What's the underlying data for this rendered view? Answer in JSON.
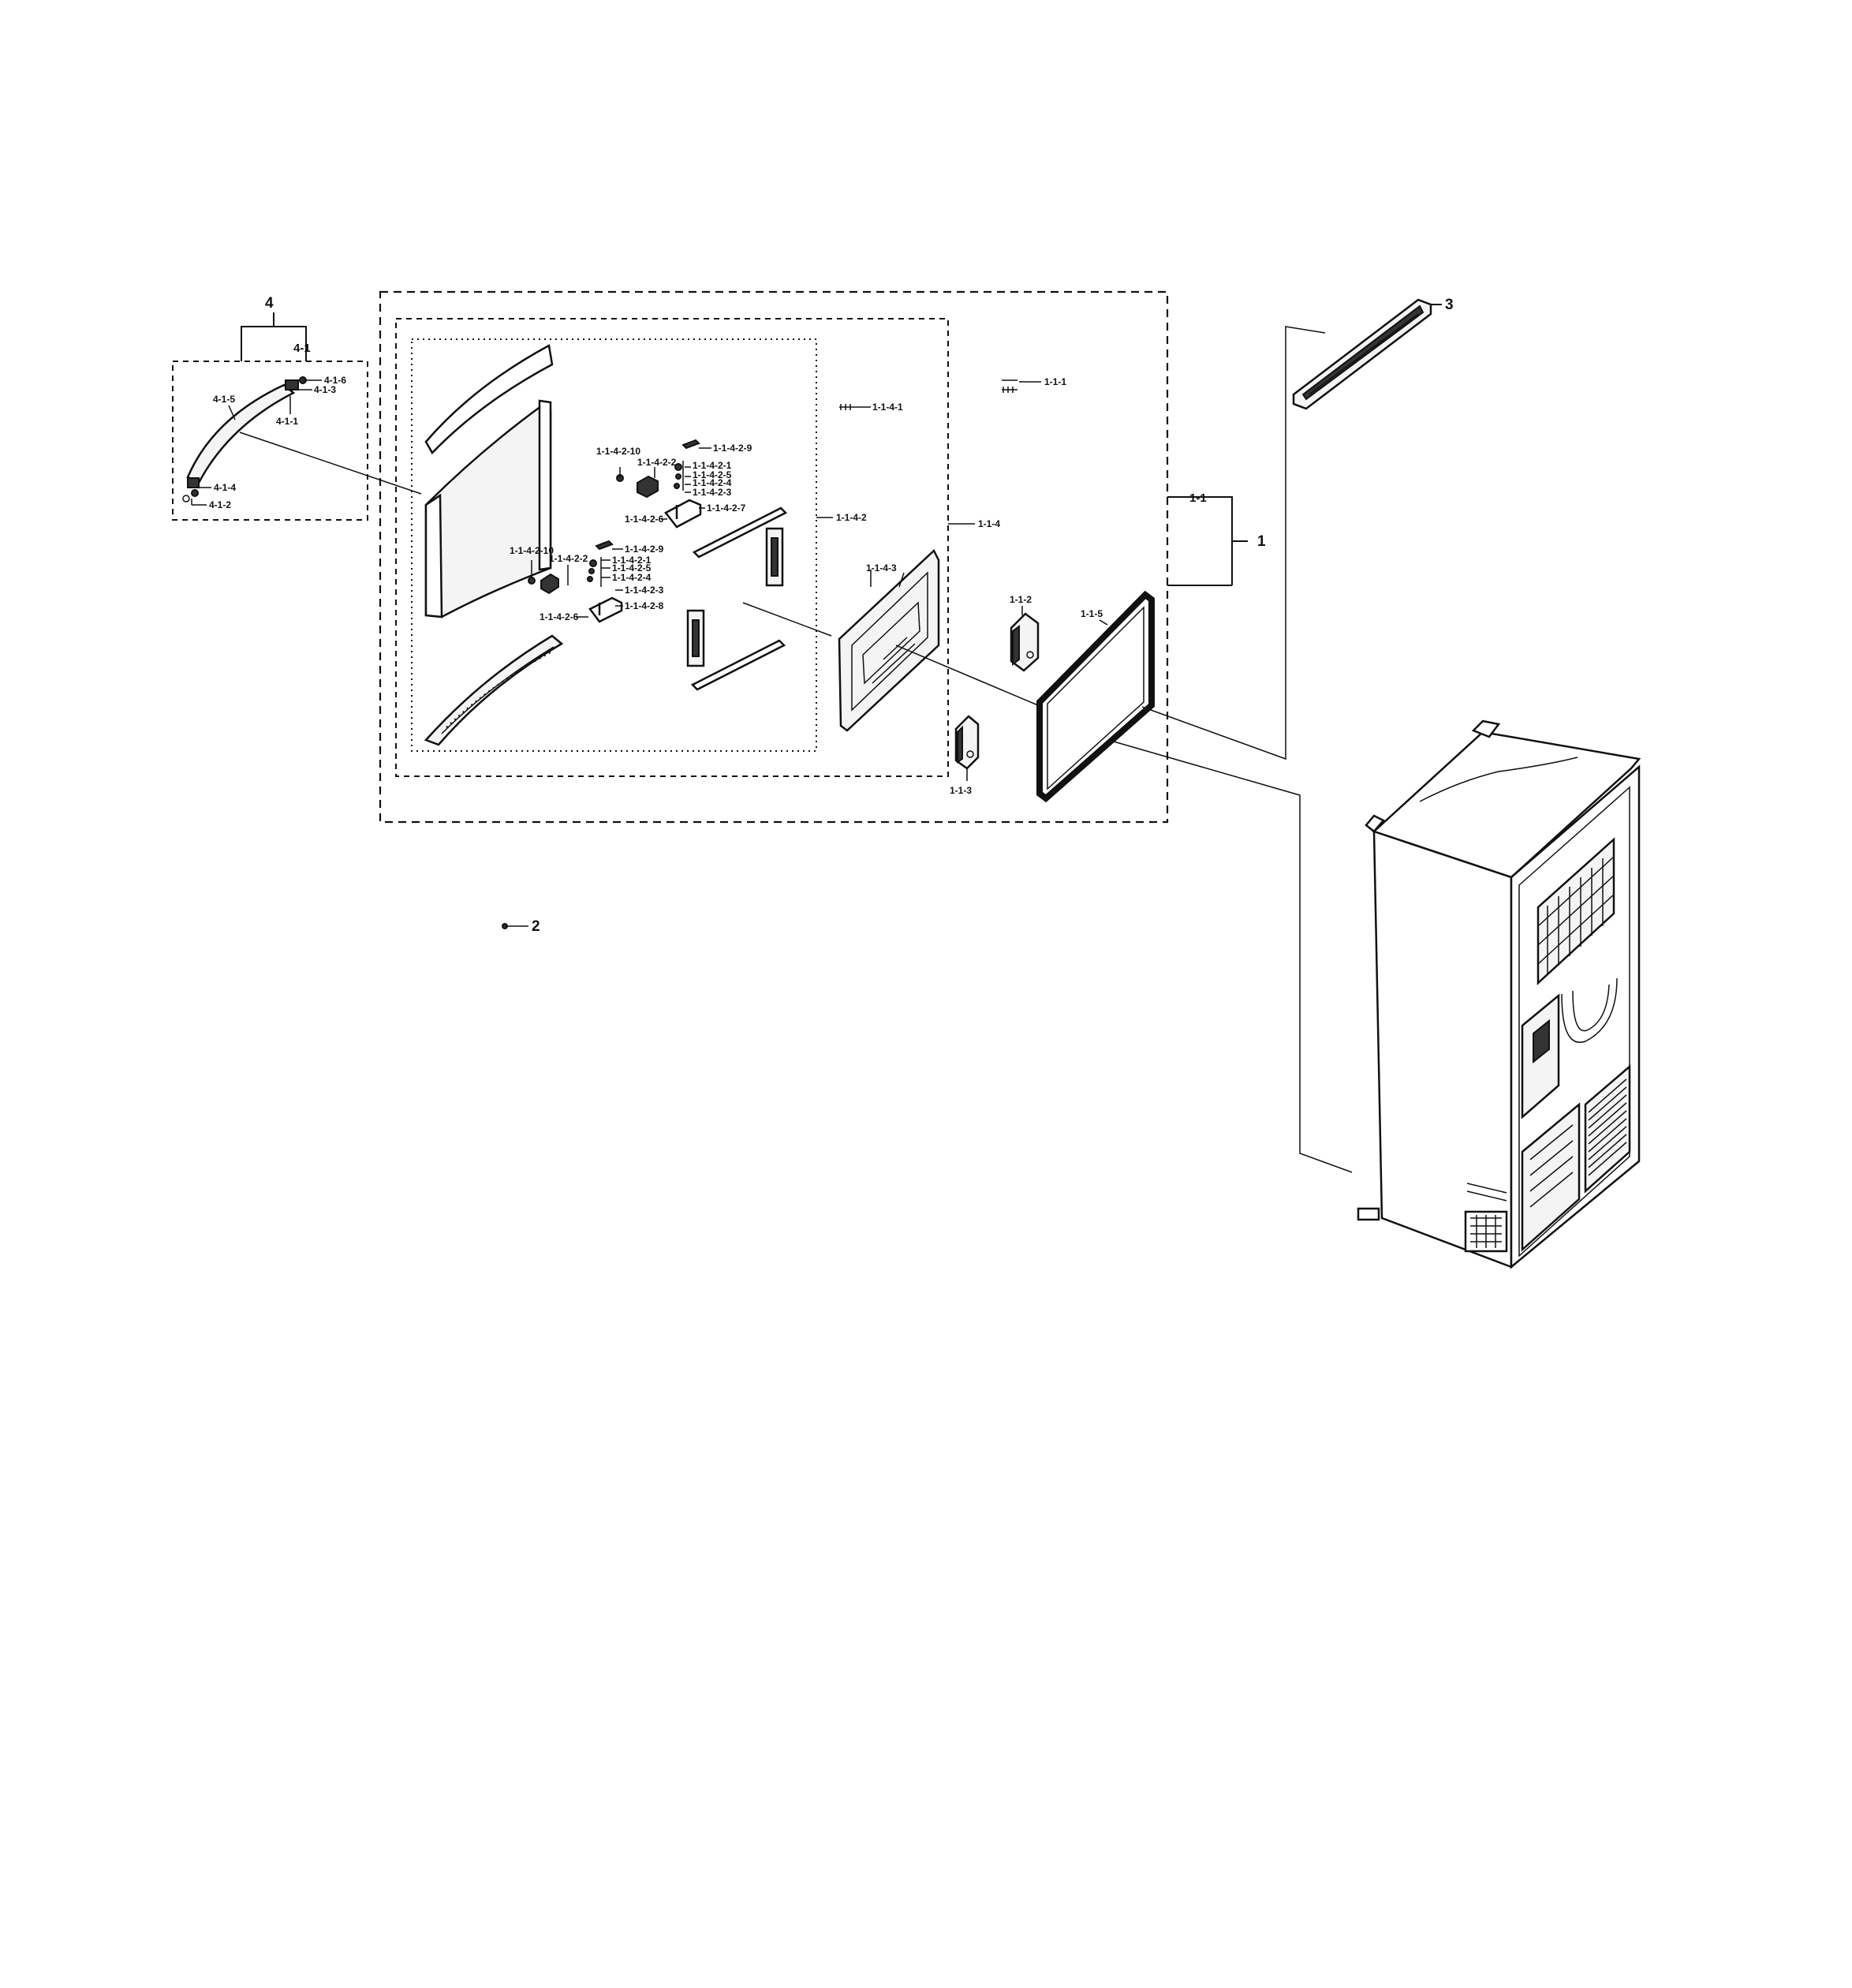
{
  "callouts": {
    "c_1": "1",
    "c_1_1": "1-1",
    "c_1_1_1": "1-1-1",
    "c_1_1_2": "1-1-2",
    "c_1_1_3": "1-1-3",
    "c_1_1_4": "1-1-4",
    "c_1_1_5": "1-1-5",
    "c_1_1_4_1": "1-1-4-1",
    "c_1_1_4_2": "1-1-4-2",
    "c_1_1_4_3": "1-1-4-3",
    "a_10": "1-1-4-2-10",
    "a_2": "1-1-4-2-2",
    "a_9": "1-1-4-2-9",
    "a_1": "1-1-4-2-1",
    "a_5": "1-1-4-2-5",
    "a_4": "1-1-4-2-4",
    "a_3": "1-1-4-2-3",
    "a_6": "1-1-4-2-6",
    "a_7": "1-1-4-2-7",
    "b_10": "1-1-4-2-10",
    "b_2": "1-1-4-2-2",
    "b_9": "1-1-4-2-9",
    "b_1": "1-1-4-2-1",
    "b_5": "1-1-4-2-5",
    "b_4": "1-1-4-2-4",
    "b_3": "1-1-4-2-3",
    "b_6": "1-1-4-2-6",
    "b_8": "1-1-4-2-8",
    "c_2": "2",
    "c_3": "3",
    "c_4": "4",
    "c_4_1": "4-1",
    "c_4_1_1": "4-1-1",
    "c_4_1_2": "4-1-2",
    "c_4_1_3": "4-1-3",
    "c_4_1_4": "4-1-4",
    "c_4_1_5": "4-1-5",
    "c_4_1_6": "4-1-6"
  }
}
